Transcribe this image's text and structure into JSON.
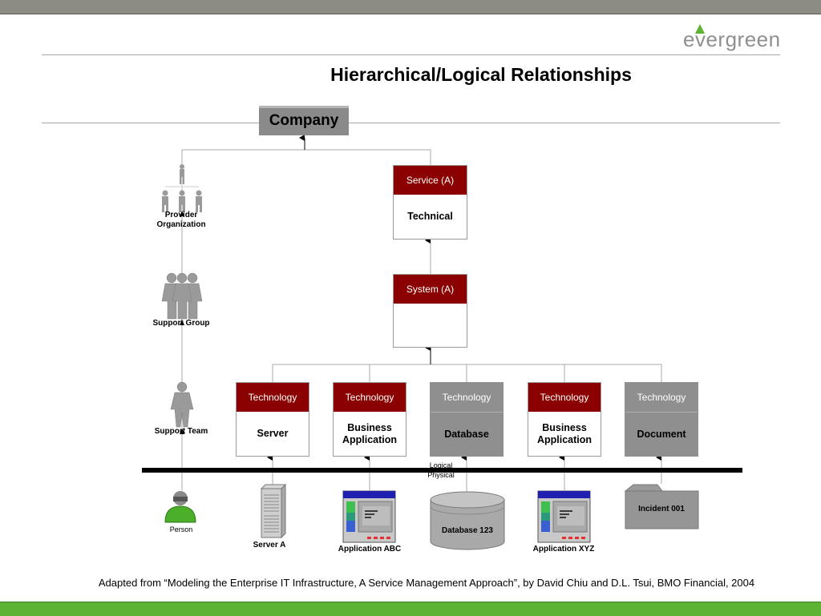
{
  "brand": {
    "logo_text": "evergreen",
    "logo_color": "#8f8f8f",
    "leaf_color": "#5db332"
  },
  "title": "Hierarchical/Logical Relationships",
  "company": "Company",
  "service": {
    "header": "Service (A)",
    "body": "Technical"
  },
  "system": {
    "header": "System (A)"
  },
  "technologies": [
    {
      "header": "Technology",
      "body": "Server",
      "style": "red"
    },
    {
      "header": "Technology",
      "body": "Business Application",
      "style": "red"
    },
    {
      "header": "Technology",
      "body": "Database",
      "style": "gray"
    },
    {
      "header": "Technology",
      "body": "Business Application",
      "style": "red"
    },
    {
      "header": "Technology",
      "body": "Document",
      "style": "gray"
    }
  ],
  "people": {
    "provider": "Provider Organization",
    "support_group": "Support Group",
    "support_team": "Support Team",
    "person": "Person"
  },
  "divider": {
    "upper": "Logical",
    "lower": "Physical"
  },
  "physical": {
    "server": "Server A",
    "app_abc": "Application ABC",
    "database": "Database 123",
    "app_xyz": "Application  XYZ",
    "incident": "Incident  001"
  },
  "footer": "Adapted from “Modeling the Enterprise IT Infrastructure, A Service Management Approach”, by David Chiu and D.L. Tsui, BMO Financial, 2004",
  "colors": {
    "accent_red": "#8b0000",
    "gray_box": "#8f8f8f",
    "top_bar": "#8c8c84",
    "bottom_bar": "#5db332"
  }
}
